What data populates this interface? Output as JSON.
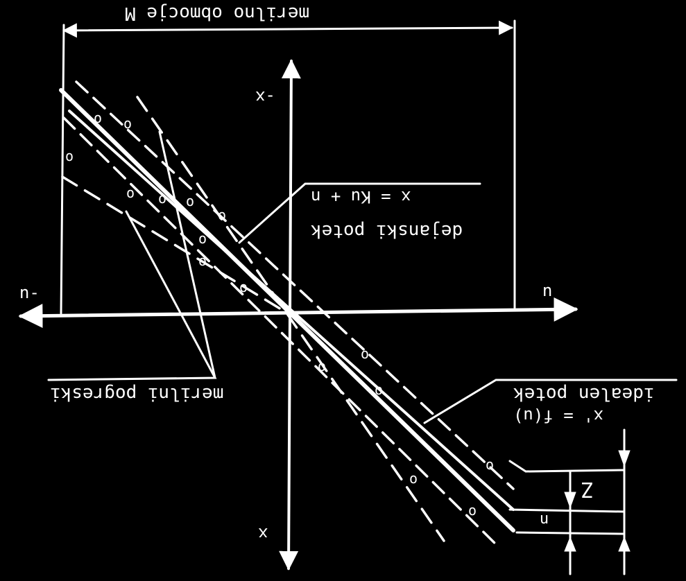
{
  "labels": {
    "range_title": "merilno obmocje M",
    "axis_x_neg": "-x",
    "axis_x_pos": "x",
    "axis_u_neg": "-u",
    "axis_u_pos": "u",
    "real_course_label": "dejanski potek",
    "real_course_eq": "x = Ku + n",
    "ideal_course_label": "idealen potek",
    "ideal_course_eq": "x' = f(u)",
    "error_label": "merilni pogreski",
    "dim_z": "Z",
    "dim_n": "n"
  },
  "markers": [
    "o",
    "o",
    "o",
    "o",
    "o",
    "o",
    "o",
    "o",
    "o",
    "o",
    "o",
    "o",
    "o",
    "o",
    "o",
    "o"
  ]
}
